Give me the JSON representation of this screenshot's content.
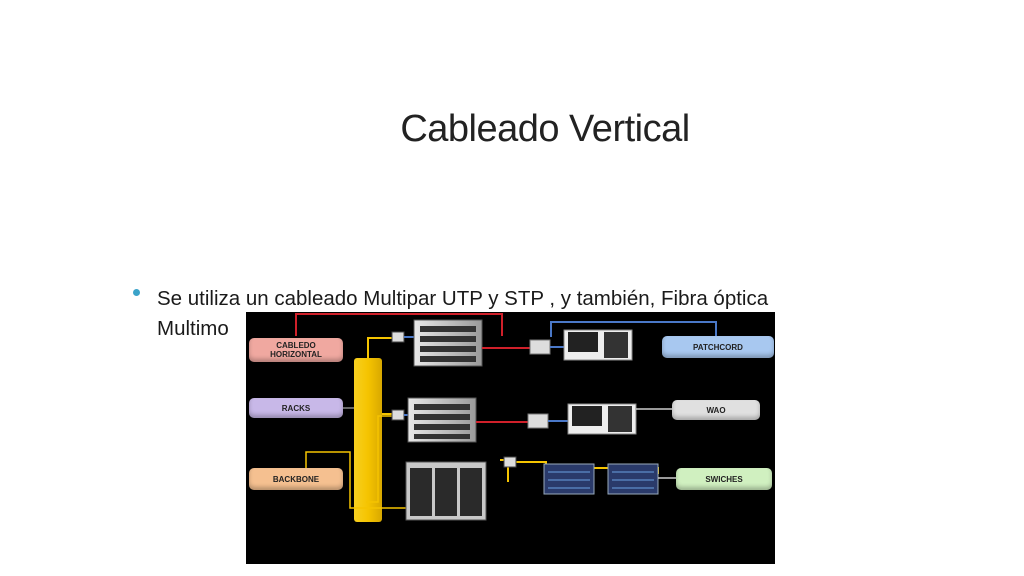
{
  "slide": {
    "title": "Cableado Vertical",
    "bullet_line1": "Se utiliza un cableado Multipar UTP y STP , y también, Fibra óptica",
    "bullet_line2": "Multimo"
  },
  "diagram": {
    "labels": {
      "cableado_horizontal_1": "CABLEDO",
      "cableado_horizontal_2": "HORIZONTAL",
      "racks": "RACKS",
      "backbone": "BACKBONE",
      "patchcord": "PATCHCORD",
      "wao": "WAO",
      "swiches": "SWICHES"
    },
    "colors": {
      "background": "#000000",
      "backbone_bar": "#f5c400",
      "red_cable": "#d0202a",
      "blue_cable": "#4a78c8",
      "cableado_label": "#f0a8a0",
      "racks_label": "#c8b8e8",
      "backbone_label": "#f5c090",
      "patchcord_label": "#a8c8f0",
      "wao_label": "#e0e0e0",
      "swiches_label": "#d0f0c0"
    }
  }
}
